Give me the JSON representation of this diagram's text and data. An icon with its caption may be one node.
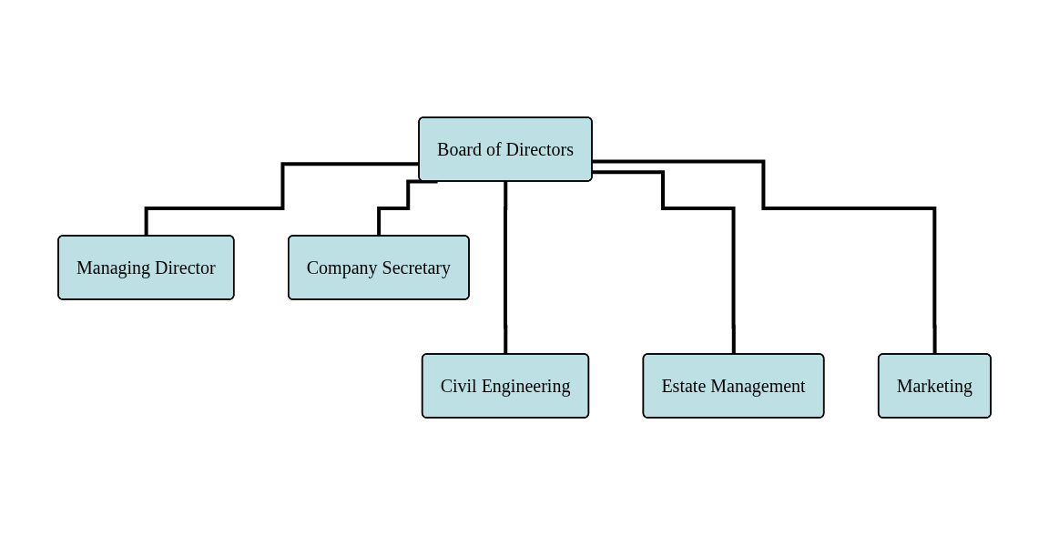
{
  "diagram": {
    "nodes": [
      {
        "text": [
          "Board of Directors"
        ]
      },
      {
        "text": [
          "Managing Director"
        ]
      },
      {
        "text": [
          "Company Secretary"
        ]
      },
      {
        "text": [
          "Civil Engineering"
        ]
      },
      {
        "text": [
          "Estate Management"
        ]
      },
      {
        "text": [
          "Marketing"
        ]
      }
    ],
    "edges": [
      {
        "from": 0,
        "to": 1,
        "arrow": "none"
      },
      {
        "from": 0,
        "to": 2,
        "arrow": "none"
      },
      {
        "from": 0,
        "to": 3,
        "arrow": "none"
      },
      {
        "from": 0,
        "to": 4,
        "arrow": "none"
      },
      {
        "from": 0,
        "to": 5,
        "arrow": "none"
      }
    ]
  }
}
